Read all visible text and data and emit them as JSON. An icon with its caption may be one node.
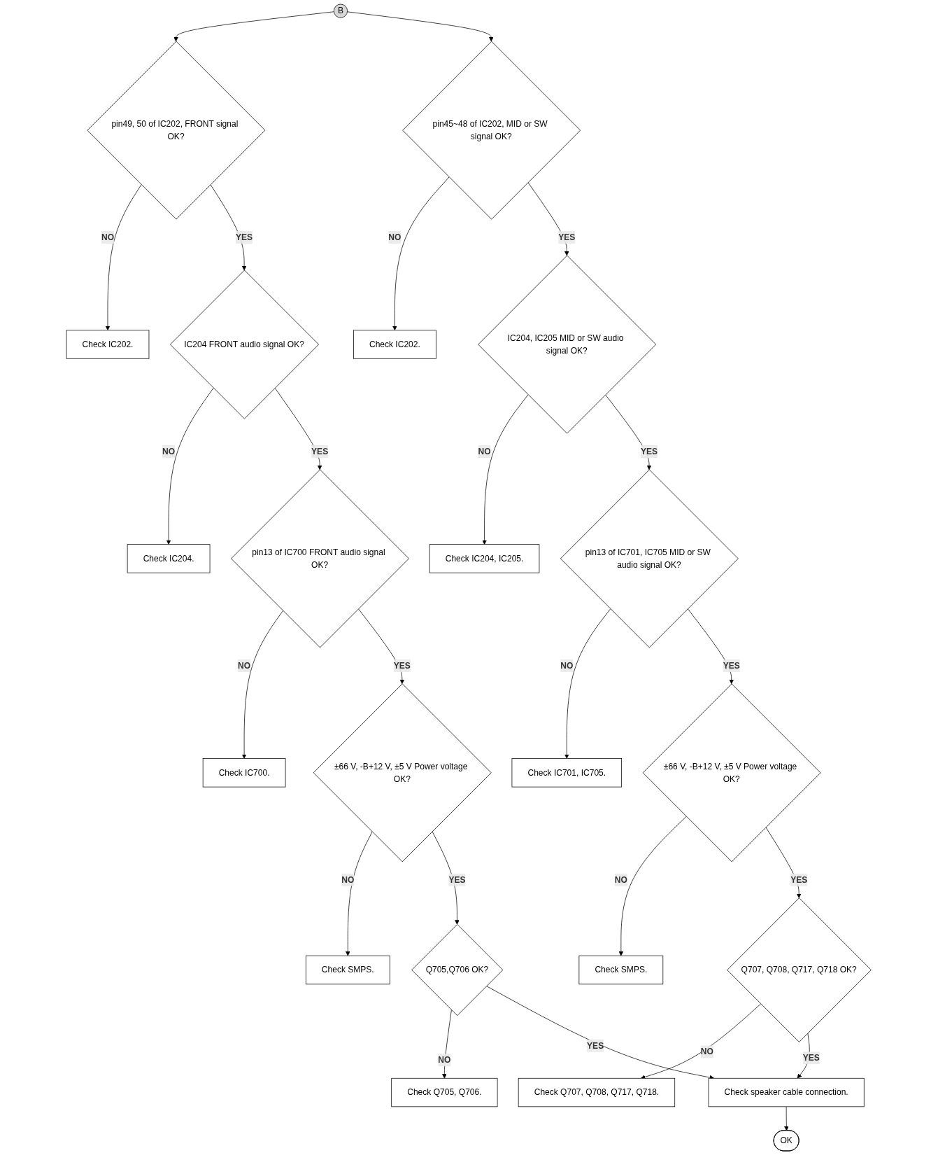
{
  "diagram": {
    "nodes": [
      {
        "text": [
          "B"
        ]
      },
      {
        "text": [
          "pin49, 50 of IC202, FRONT signal OK?"
        ]
      },
      {
        "text": [
          "pin45~48 of IC202, MID or SW signal OK?"
        ]
      },
      {
        "text": [
          "Check IC202."
        ]
      },
      {
        "text": [
          "Check IC202."
        ]
      },
      {
        "text": [
          "IC204 FRONT audio signal OK?"
        ]
      },
      {
        "text": [
          "IC204, IC205 MID or SW audio signal OK?"
        ]
      },
      {
        "text": [
          "Check IC204."
        ]
      },
      {
        "text": [
          "Check IC204, IC205."
        ]
      },
      {
        "text": [
          "pin13 of IC700 FRONT audio signal OK?"
        ]
      },
      {
        "text": [
          "pin13 of IC701, IC705 MID or SW audio signal OK?"
        ]
      },
      {
        "text": [
          "Check IC700."
        ]
      },
      {
        "text": [
          "Check IC701, IC705."
        ]
      },
      {
        "text": [
          "±66 V, -B+12 V, ±5 V Power voltage OK?"
        ]
      },
      {
        "text": [
          "±66 V, -B+12 V, ±5 V Power voltage OK?"
        ]
      },
      {
        "text": [
          "Check SMPS."
        ]
      },
      {
        "text": [
          "Check SMPS."
        ]
      },
      {
        "text": [
          "Q705,Q706 OK?"
        ]
      },
      {
        "text": [
          "Q707, Q708, Q717, Q718 OK?"
        ]
      },
      {
        "text": [
          "Check Q705, Q706."
        ]
      },
      {
        "text": [
          "Check Q707, Q708, Q717, Q718."
        ]
      },
      {
        "text": [
          "Check speaker cable connection."
        ]
      },
      {
        "text": [
          "OK"
        ]
      }
    ],
    "edges": [
      {
        "from": 0,
        "to": 1,
        "arrow": "to"
      },
      {
        "from": 0,
        "to": 2,
        "arrow": "to"
      },
      {
        "from": 1,
        "to": 3,
        "arrow": "to",
        "label": "NO"
      },
      {
        "from": 1,
        "to": 5,
        "arrow": "to",
        "label": "YES"
      },
      {
        "from": 2,
        "to": 4,
        "arrow": "to",
        "label": "NO"
      },
      {
        "from": 2,
        "to": 6,
        "arrow": "to",
        "label": "YES"
      },
      {
        "from": 5,
        "to": 7,
        "arrow": "to",
        "label": "NO"
      },
      {
        "from": 5,
        "to": 9,
        "arrow": "to",
        "label": "YES"
      },
      {
        "from": 6,
        "to": 8,
        "arrow": "to",
        "label": "NO"
      },
      {
        "from": 6,
        "to": 10,
        "arrow": "to",
        "label": "YES"
      },
      {
        "from": 9,
        "to": 11,
        "arrow": "to",
        "label": "NO"
      },
      {
        "from": 9,
        "to": 13,
        "arrow": "to",
        "label": "YES"
      },
      {
        "from": 10,
        "to": 12,
        "arrow": "to",
        "label": "NO"
      },
      {
        "from": 10,
        "to": 14,
        "arrow": "to",
        "label": "YES"
      },
      {
        "from": 13,
        "to": 15,
        "arrow": "to",
        "label": "NO"
      },
      {
        "from": 13,
        "to": 17,
        "arrow": "to",
        "label": "YES"
      },
      {
        "from": 14,
        "to": 16,
        "arrow": "to",
        "label": "NO"
      },
      {
        "from": 14,
        "to": 18,
        "arrow": "to",
        "label": "YES"
      },
      {
        "from": 17,
        "to": 19,
        "arrow": "to",
        "label": "NO"
      },
      {
        "from": 17,
        "to": 21,
        "arrow": "to",
        "label": "YES"
      },
      {
        "from": 18,
        "to": 20,
        "arrow": "to",
        "label": "NO"
      },
      {
        "from": 18,
        "to": 21,
        "arrow": "to",
        "label": "YES"
      },
      {
        "from": 21,
        "to": 22,
        "arrow": "to"
      }
    ]
  }
}
